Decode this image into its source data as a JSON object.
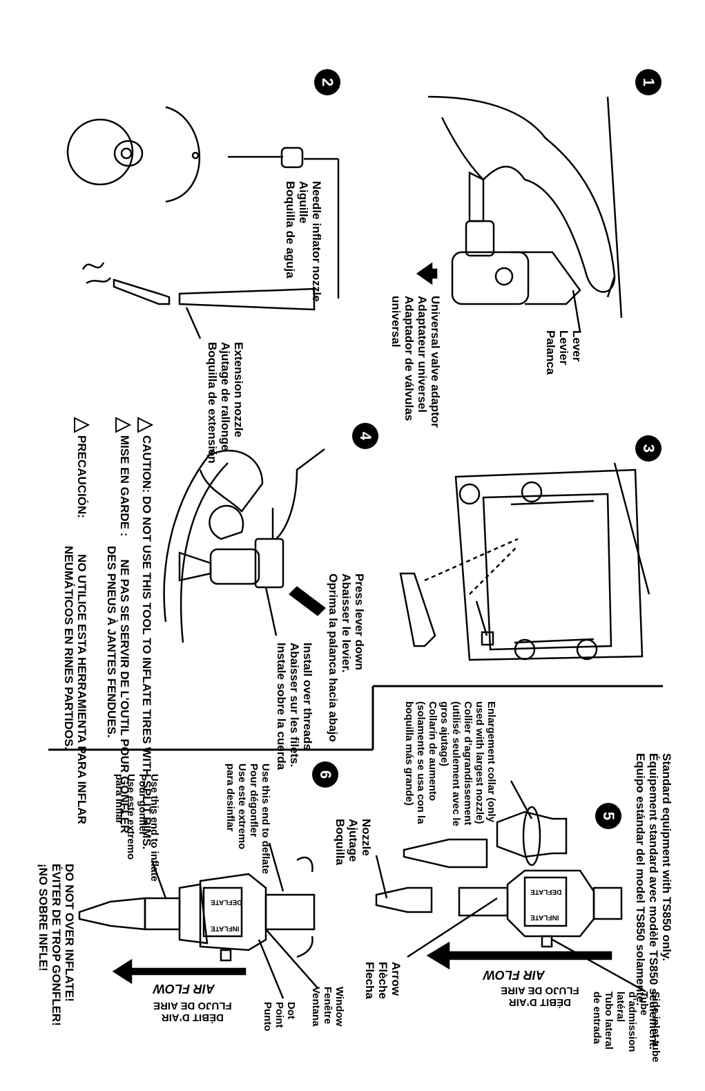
{
  "steps": [
    "1",
    "2",
    "3",
    "4",
    "5",
    "6"
  ],
  "step1": {
    "lever": [
      "Lever",
      "Levier",
      "Palanca"
    ],
    "adaptor": [
      "Universal valve adaptor",
      "Adaptateur universel",
      "Adaptador de válvulas",
      "universal"
    ]
  },
  "step2": {
    "needle": [
      "Needle inflator nozzle",
      "Aiguille",
      "Boquilla de aguja"
    ],
    "extension": [
      "Extension nozzle",
      "Ajutage de rallonge",
      "Boquilla de extensión"
    ]
  },
  "step4": {
    "press": [
      "Press lever down",
      "Abaisser le levier.",
      "Oprima la palanca hacia abajo"
    ],
    "install": [
      "Install over threads",
      "Abaisser sur les filets.",
      "Instale sobre la cuerda"
    ]
  },
  "warnings": {
    "en_label": "CAUTION:",
    "en_text": "DO NOT USE THIS TOOL TO INFLATE TIRES WITH SPLIT RIMS.",
    "fr_label": "MISE EN GARDE :",
    "fr_text": [
      "NE PAS SE SERVIR DE L’OUTIL POUR GONFLER",
      "DES PNEUS À JANTES FENDUES."
    ],
    "es_label": "PRECAUCIÓN:",
    "es_text": [
      "NO UTILICE ESTA HERRAMIENTA PARA INFLAR",
      "NEUMÁTICOS EN RINES PARTIDOS."
    ]
  },
  "step5": {
    "standard": [
      "Standard equipment with TS850 only.",
      "Équipement standard avec modèle TS850 seulement.",
      "Equipo estándar del model TS850 solamente."
    ],
    "collar": [
      "Enlargement collar (only",
      "used with largest nozzle)",
      "Collier d’agrandissement",
      "(utilisé seulement avec le",
      "gros ajutage)",
      "Collarín de aumento",
      "(solamente se usa con la",
      "boquilla más grande)"
    ],
    "nozzle": [
      "Nozzle",
      "Ajutage",
      "Boquilla"
    ],
    "arrow": [
      "Arrow",
      "Flèche",
      "Flecha"
    ],
    "side_inlet": [
      "Side inlet tube",
      "Tube",
      "d’admission",
      "latéral",
      "Tubo lateral",
      "de entrada"
    ],
    "air_flow": "AIR FLOW",
    "debit": [
      "DÉBIT D’AIR",
      "FLUJO DE AIRE"
    ]
  },
  "step6": {
    "deflate": [
      "Use this end to deflate",
      "Pour dégonfler",
      "Use este extremo",
      "para desinflar"
    ],
    "inflate": [
      "Use this end to inflate",
      "Pour gonfler",
      "Use este extremo",
      "para inflar"
    ],
    "window": [
      "Window",
      "Fenêtre",
      "Ventana"
    ],
    "dot": [
      "Dot",
      "Point",
      "Punto"
    ],
    "air_flow": "AIR FLOW",
    "debit": [
      "DÉBIT D’AIR",
      "FLUJO DE AIRE"
    ],
    "over": [
      "DO NOT OVER INFLATE!",
      "ÉVITER DE TROP GONFLER!",
      "¡NO SOBRE INFLE!"
    ]
  },
  "device_labels": {
    "deflate": "DEFLATE",
    "inflate": "INFLATE"
  }
}
